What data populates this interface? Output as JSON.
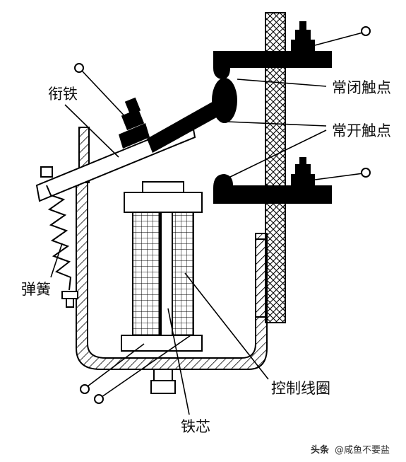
{
  "diagram": {
    "labels": {
      "armature": "衔铁",
      "normally_closed": "常闭触点",
      "normally_open": "常开触点",
      "spring": "弹簧",
      "control_coil": "控制线圈",
      "iron_core": "铁芯"
    },
    "watermark": {
      "source": "头条",
      "handle": "@咸鱼不要盐"
    },
    "colors": {
      "ink": "#000000",
      "background": "#ffffff"
    }
  }
}
